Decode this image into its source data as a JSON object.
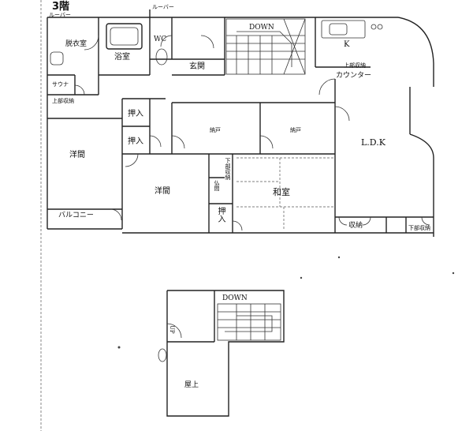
{
  "floor_title": "3階",
  "labels": {
    "louver_left": "ルーバー",
    "louver_top": "ルーバー",
    "dressing_room": "脱衣室",
    "bath": "浴室",
    "wc": "WC",
    "down_top": "DOWN",
    "kitchen": "K",
    "upper_cabinet_k": "上部収納",
    "counter": "カウンター",
    "entrance": "玄関",
    "sauna": "サウナ",
    "upper_cabinet_left": "上部収納",
    "closet_1": "押入",
    "closet_2": "押入",
    "storage_1": "納戸",
    "storage_2": "納戸",
    "ldk": "L.D.K",
    "western_left": "洋間",
    "western_center": "洋間",
    "lower_closet": "下部収納",
    "tokonoma_side": "仏間",
    "japanese_room": "和室",
    "closet_3": "押入",
    "balcony": "バルコニー",
    "storage_ldk": "収納",
    "lower_storage_right": "下部収納",
    "down_roof": "DOWN",
    "up_roof": "UP",
    "rooftop": "屋上"
  }
}
